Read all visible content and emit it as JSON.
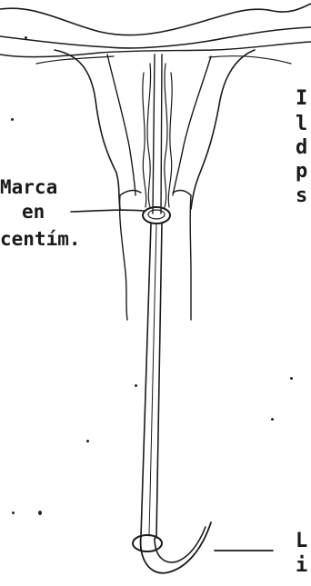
{
  "labels": {
    "marca_line1": "Marca",
    "marca_line2": "en",
    "marca_line3": "centím.",
    "right_top_chars": [
      "I",
      "l",
      "d",
      "p",
      "s"
    ],
    "right_bottom_chars": [
      "L",
      "i"
    ]
  },
  "colors": {
    "ink": "#1a1a1a",
    "background": "#ffffff"
  }
}
